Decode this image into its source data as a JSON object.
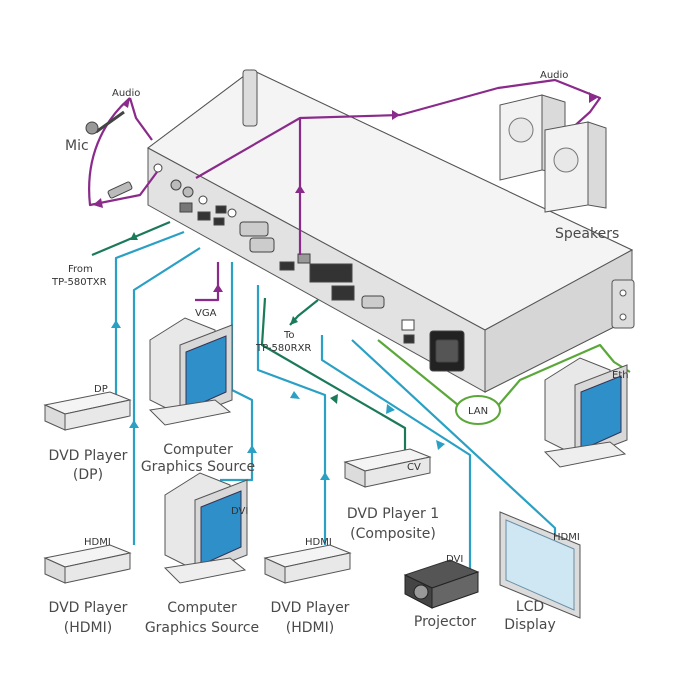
{
  "colors": {
    "audio": "#8a2a8a",
    "video": "#2aa0c4",
    "lan": "#5aa83a",
    "control": "#1a7a5a",
    "device": "#e6e6e6",
    "device_dark": "#b9b9b9"
  },
  "labels": {
    "audio_mic": "Audio",
    "mic": "Mic",
    "audio_spk": "Audio",
    "speakers": "Speakers",
    "from_1": "From",
    "from_2": "TP-580TXR",
    "to_1": "To",
    "to_2": "TP-580RXR",
    "vga": "VGA",
    "dp": "DP",
    "dvd_dp_1": "DVD Player",
    "dvd_dp_2": "(DP)",
    "comp1_1": "Computer",
    "comp1_2": "Graphics Source",
    "dvi_comp": "DVI",
    "hdmi_left": "HDMI",
    "dvd_hdmi_l_1": "DVD Player",
    "dvd_hdmi_l_2": "(HDMI)",
    "comp2_1": "Computer",
    "comp2_2": "Graphics Source",
    "hdmi_mid": "HDMI",
    "dvd_hdmi_m_1": "DVD Player",
    "dvd_hdmi_m_2": "(HDMI)",
    "cv": "CV",
    "dvd_comp_1": "DVD Player 1",
    "dvd_comp_2": "(Composite)",
    "dvi_proj": "DVI",
    "projector": "Projector",
    "hdmi_lcd": "HDMI",
    "lcd_1": "LCD",
    "lcd_2": "Display",
    "lan": "LAN",
    "eth": "Eth"
  }
}
